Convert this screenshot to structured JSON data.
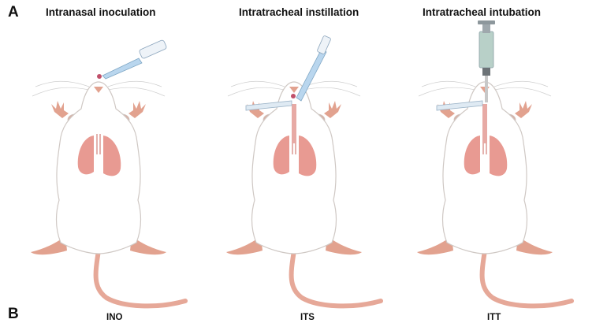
{
  "panel_labels": {
    "a": "A",
    "b": "B"
  },
  "panels": [
    {
      "title": "Intranasal inoculation",
      "abbr": "INO",
      "device": "pipette-nose"
    },
    {
      "title": "Intratracheal instillation",
      "abbr": "ITS",
      "device": "pipette-trachea"
    },
    {
      "title": "Intratracheal intubation",
      "abbr": "ITT",
      "device": "syringe-cannula"
    }
  ],
  "colors": {
    "lung": "#e89a92",
    "trachea": "#e7aaa5",
    "skin": "#e2a28f",
    "tail": "#e6a898",
    "pipette_tip": "#b9d6ee",
    "syringe": "#b8d0c8"
  }
}
